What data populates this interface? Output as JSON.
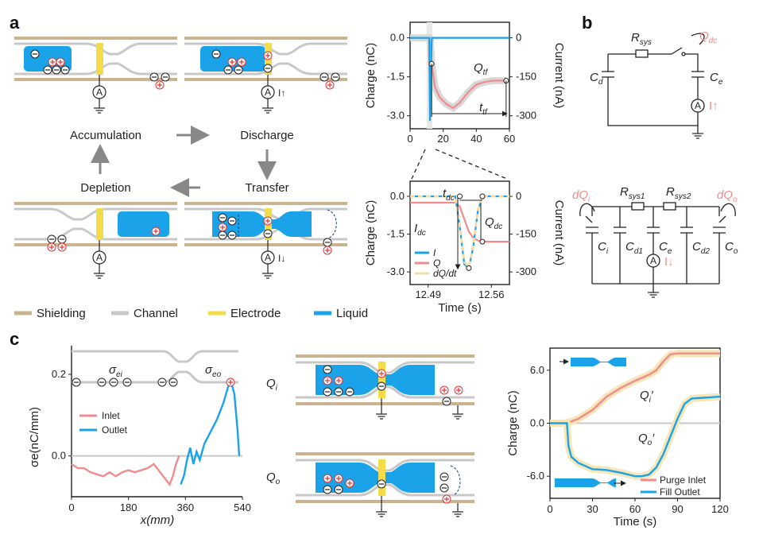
{
  "panels": {
    "a": "a",
    "b": "b",
    "c": "c"
  },
  "cycle": {
    "accumulation": "Accumulation",
    "discharge": "Discharge",
    "transfer": "Transfer",
    "depletion": "Depletion",
    "current_up": "I↑",
    "current_down": "I↓",
    "ammeter": "A"
  },
  "legend": [
    {
      "label": "Shielding",
      "color": "#c9b48f"
    },
    {
      "label": "Channel",
      "color": "#c8c8c8"
    },
    {
      "label": "Electrode",
      "color": "#f3dc4a"
    },
    {
      "label": "Liquid",
      "color": "#1aa3e8"
    }
  ],
  "colors": {
    "pink": "#f08c8c",
    "blue": "#1aa3e8",
    "gold": "#f3dc4a",
    "tan": "#c9b48f",
    "gray": "#c8c8c8",
    "halo": "#f6e6b8",
    "red": "#e03030"
  },
  "circuit_b_top": {
    "R": "R",
    "R_sub": "sys",
    "Cd": "C",
    "Cd_sub": "d",
    "Ce": "C",
    "Ce_sub": "e",
    "Qdc": "Q",
    "Qdc_sub": "dc",
    "I": "I↑",
    "A": "A"
  },
  "circuit_b_bottom": {
    "dQi": "dQ",
    "dQi_sub": "i",
    "dQo": "dQ",
    "dQo_sub": "o",
    "R1": "R",
    "R1_sub": "sys1",
    "R2": "R",
    "R2_sub": "sys2",
    "caps": [
      {
        "C": "C",
        "sub": "i"
      },
      {
        "C": "C",
        "sub": "d1"
      },
      {
        "C": "C",
        "sub": "e"
      },
      {
        "C": "C",
        "sub": "d2"
      },
      {
        "C": "C",
        "sub": "o"
      }
    ],
    "I": "I↓",
    "A": "A"
  },
  "c_middle": {
    "Qi": "Q",
    "Qi_sub": "i",
    "Qo": "Q",
    "Qo_sub": "o"
  },
  "chart_data": [
    {
      "id": "a-top",
      "type": "line",
      "ylabel_left": "Charge (nC)",
      "ylabel_right": "Current (nA)",
      "xlim": [
        0,
        60
      ],
      "ylim_left": [
        -3.5,
        0.6
      ],
      "ylim_right": [
        -350,
        60
      ],
      "xticks": [
        "0",
        "20",
        "40",
        "60"
      ],
      "yticks_left": [
        "0.0",
        "-1.5",
        "-3.0"
      ],
      "yticks_right": [
        "0",
        "-150",
        "-300"
      ],
      "annotations": {
        "Qtf": "Q",
        "Qtf_sub": "tf",
        "ttf": "t",
        "ttf_sub": "tf"
      },
      "series": [
        {
          "axis": "left",
          "color": "#f08c8c",
          "x": [
            0,
            10,
            12,
            13,
            15,
            18,
            22,
            26,
            30,
            35,
            40,
            45,
            50,
            55,
            58
          ],
          "y": [
            0,
            0,
            0,
            -1.0,
            -1.9,
            -2.3,
            -2.55,
            -2.7,
            -2.5,
            -2.1,
            -1.8,
            -1.7,
            -1.65,
            -1.65,
            -1.65
          ]
        },
        {
          "axis": "right",
          "color": "#1aa3e8",
          "x": [
            0,
            10,
            11.5,
            12,
            12.5,
            13,
            13.3,
            20,
            40,
            60
          ],
          "y": [
            0,
            0,
            0,
            -320,
            -200,
            -20,
            0,
            0,
            0,
            0
          ]
        }
      ]
    },
    {
      "id": "a-bottom",
      "type": "line",
      "ylabel_left": "Charge (nC)",
      "ylabel_right": "Current (nA)",
      "xlabel": "Time (s)",
      "xlim": [
        12.47,
        12.58
      ],
      "ylim_left": [
        -3.5,
        0.6
      ],
      "ylim_right": [
        -350,
        60
      ],
      "xticks": [
        "12.49",
        "12.56"
      ],
      "yticks_left": [
        "0.0",
        "-1.5",
        "-3.0"
      ],
      "yticks_right": [
        "0",
        "-150",
        "-300"
      ],
      "annotations": {
        "tdc": "t",
        "tdc_sub": "dc",
        "Idc": "I",
        "Idc_sub": "dc",
        "Qdc": "Q",
        "Qdc_sub": "dc"
      },
      "legend": [
        {
          "label": "I",
          "color": "#1aa3e8"
        },
        {
          "label": "Q",
          "color": "#f08c8c"
        },
        {
          "label": "dQ/dt",
          "color": "#f3dcaa"
        }
      ],
      "series": [
        {
          "name": "Q",
          "axis": "left",
          "color": "#f08c8c",
          "x": [
            12.47,
            12.5,
            12.52,
            12.525,
            12.53,
            12.535,
            12.54,
            12.545,
            12.55,
            12.58
          ],
          "y": [
            -0.25,
            -0.25,
            -0.25,
            -0.4,
            -0.9,
            -1.4,
            -1.65,
            -1.75,
            -1.8,
            -1.8
          ]
        },
        {
          "name": "I",
          "axis": "right",
          "color": "#1aa3e8",
          "x": [
            12.47,
            12.5,
            12.52,
            12.525,
            12.53,
            12.535,
            12.54,
            12.545,
            12.55,
            12.58
          ],
          "y": [
            0,
            0,
            0,
            -120,
            -270,
            -285,
            -200,
            -60,
            0,
            0
          ]
        },
        {
          "name": "dQ/dt",
          "axis": "right",
          "color": "#f3dcaa",
          "x": [
            12.47,
            12.5,
            12.52,
            12.525,
            12.53,
            12.535,
            12.54,
            12.545,
            12.55,
            12.58
          ],
          "y": [
            0,
            0,
            0,
            -110,
            -260,
            -280,
            -195,
            -55,
            0,
            0
          ]
        }
      ]
    },
    {
      "id": "c-left",
      "type": "line",
      "xlabel": "x(mm)",
      "ylabel": "σe(nC/mm)",
      "xlim": [
        0,
        540
      ],
      "ylim": [
        -0.1,
        0.27
      ],
      "xticks": [
        "0",
        "180",
        "360",
        "540"
      ],
      "yticks": [
        "0.0",
        "0.2"
      ],
      "legend": [
        {
          "label": "Inlet",
          "color": "#f08c8c"
        },
        {
          "label": "Outlet",
          "color": "#1aa3e8"
        }
      ],
      "inset": {
        "sigma_ei": "σ",
        "sigma_ei_sub": "ei",
        "sigma_eo": "σ",
        "sigma_eo_sub": "eo"
      },
      "series": [
        {
          "name": "Inlet",
          "color": "#f08c8c",
          "x": [
            0,
            20,
            40,
            60,
            80,
            100,
            120,
            140,
            160,
            180,
            200,
            220,
            240,
            260,
            280,
            300,
            310,
            320,
            330,
            340
          ],
          "y": [
            -0.02,
            -0.03,
            -0.03,
            -0.04,
            -0.045,
            -0.05,
            -0.04,
            -0.05,
            -0.04,
            -0.035,
            -0.04,
            -0.035,
            -0.03,
            -0.02,
            -0.04,
            -0.06,
            -0.07,
            -0.05,
            -0.02,
            0.0
          ]
        },
        {
          "name": "Outlet",
          "color": "#1aa3e8",
          "x": [
            345,
            355,
            365,
            375,
            385,
            395,
            405,
            420,
            440,
            460,
            480,
            495,
            505,
            515,
            525,
            530
          ],
          "y": [
            -0.07,
            -0.05,
            -0.01,
            0.02,
            -0.02,
            0.01,
            -0.01,
            0.03,
            0.06,
            0.09,
            0.13,
            0.17,
            0.18,
            0.15,
            0.06,
            0.0
          ]
        }
      ]
    },
    {
      "id": "c-right",
      "type": "line",
      "xlabel": "Time (s)",
      "ylabel": "Charge (nC)",
      "xlim": [
        0,
        120
      ],
      "ylim": [
        -8.5,
        8.5
      ],
      "xticks": [
        "0",
        "30",
        "60",
        "90",
        "120"
      ],
      "yticks": [
        "6.0",
        "0.0",
        "-6.0"
      ],
      "annotations": {
        "Qi": "Q",
        "Qi_sub": "i",
        "Qo": "Q",
        "Qo_sub": "o"
      },
      "legend": [
        {
          "label": "Purge Inlet",
          "color": "#f08c8c"
        },
        {
          "label": "Fill Outlet",
          "color": "#1aa3e8"
        }
      ],
      "series": [
        {
          "name": "Purge Inlet",
          "color": "#f08c8c",
          "x": [
            0,
            10,
            15,
            20,
            30,
            40,
            50,
            60,
            70,
            75,
            80,
            85,
            90,
            100,
            120
          ],
          "y": [
            0,
            0,
            0.2,
            0.5,
            1.5,
            3.0,
            4.0,
            4.8,
            5.5,
            6.0,
            7.0,
            7.8,
            7.9,
            7.9,
            7.9
          ]
        },
        {
          "name": "Fill Outlet",
          "color": "#1aa3e8",
          "x": [
            0,
            12,
            13,
            15,
            20,
            30,
            40,
            50,
            60,
            65,
            70,
            75,
            80,
            85,
            90,
            95,
            100,
            120
          ],
          "y": [
            0,
            0,
            -2.5,
            -3.8,
            -4.5,
            -5.2,
            -5.3,
            -5.6,
            -6.0,
            -6.0,
            -5.8,
            -5.0,
            -3.5,
            -1.5,
            0.5,
            2.2,
            2.8,
            3.0
          ]
        }
      ]
    }
  ]
}
